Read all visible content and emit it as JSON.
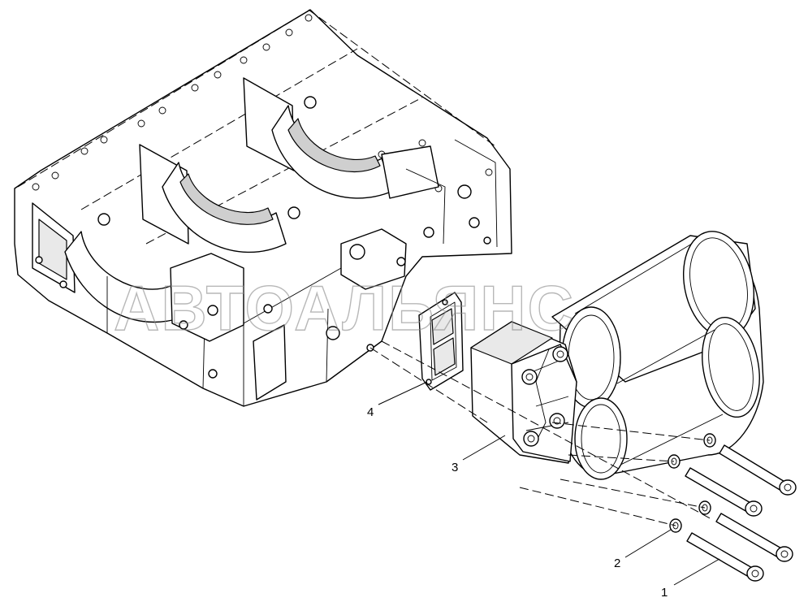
{
  "callouts": [
    {
      "id": "1",
      "label": "1"
    },
    {
      "id": "2",
      "label": "2"
    },
    {
      "id": "3",
      "label": "3"
    },
    {
      "id": "4",
      "label": "4"
    }
  ],
  "watermark": "АВТОАЛЬЯНС",
  "colors": {
    "line": "#000000",
    "background": "#ffffff",
    "watermark": "#8a8a8a"
  }
}
